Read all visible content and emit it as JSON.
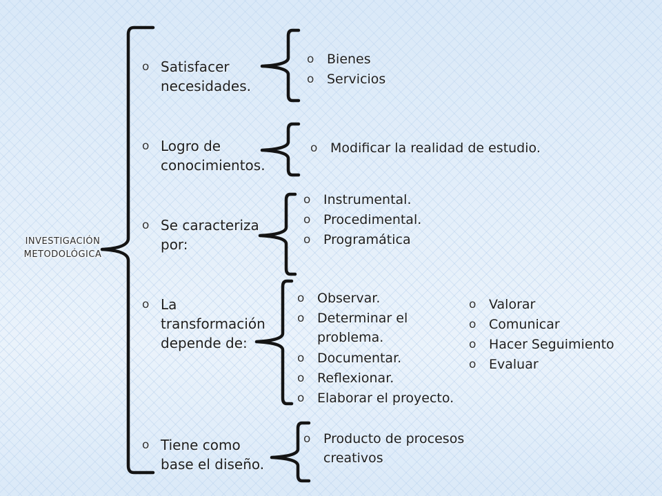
{
  "root": {
    "line1": "INVESTIGACIÓN",
    "line2": "METODOLÓGICA"
  },
  "bullet": "o",
  "main": [
    {
      "line1": "Satisfacer",
      "line2": "necesidades."
    },
    {
      "line1": "Logro de",
      "line2": "conocimientos."
    },
    {
      "line1": "Se caracteriza",
      "line2": "por:"
    },
    {
      "line1": "La",
      "line2": "transformación",
      "line3": "depende de:"
    },
    {
      "line1": "Tiene como",
      "line2": "base el diseño."
    }
  ],
  "sub": {
    "satisfacer": [
      "Bienes",
      "Servicios"
    ],
    "logro": [
      "Modificar la realidad de estudio."
    ],
    "caracteriza": [
      "Instrumental.",
      "Procedimental.",
      "Programática"
    ],
    "transformacion": [
      "Observar.",
      "Determinar el problema.",
      "Documentar.",
      "Reflexionar.",
      "Elaborar el proyecto."
    ],
    "transformacion_extra": [
      "Valorar",
      "Comunicar",
      "Hacer Seguimiento",
      "Evaluar"
    ],
    "diseno": [
      "Producto de procesos creativos"
    ]
  }
}
